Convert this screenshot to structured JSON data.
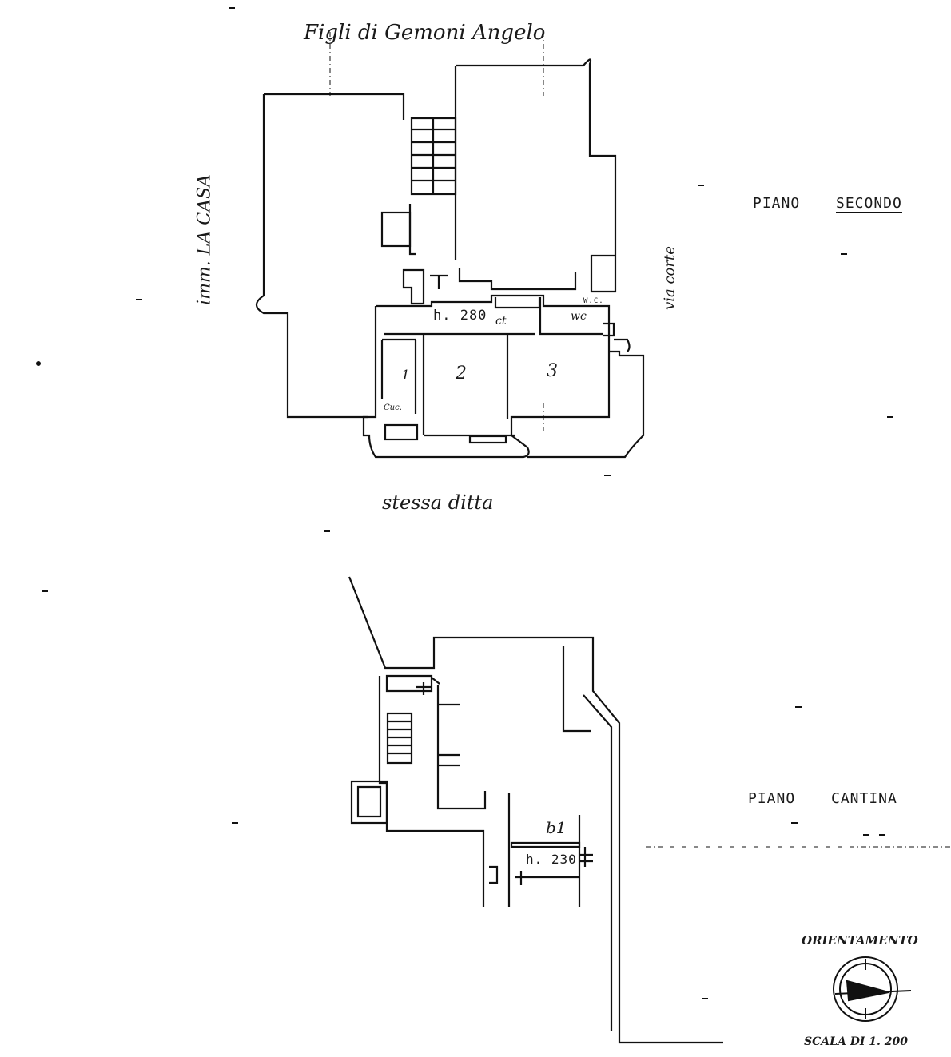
{
  "plan": {
    "top_neighbor": "Figli di Gemoni Angelo",
    "left_neighbor": "imm. LA CASA",
    "bottom_neighbor": "stessa ditta",
    "right_neighbor": "via corte",
    "upper_floor": {
      "title_word1": "PIANO",
      "title_word2": "SECONDO",
      "height": "h. 280",
      "rooms": [
        "1",
        "2",
        "3"
      ],
      "room_tags": [
        "ct",
        "wc",
        "W.C.",
        "Cuc."
      ]
    },
    "cellar_floor": {
      "title_word1": "PIANO",
      "title_word2": "CANTINA",
      "height": "h. 230",
      "room_tag": "b1"
    },
    "orientation_label": "ORIENTAMENTO",
    "scale_label": "SCALA DI 1. 200"
  },
  "style": {
    "line_color": "#111111",
    "paper_color": "#ffffff"
  }
}
